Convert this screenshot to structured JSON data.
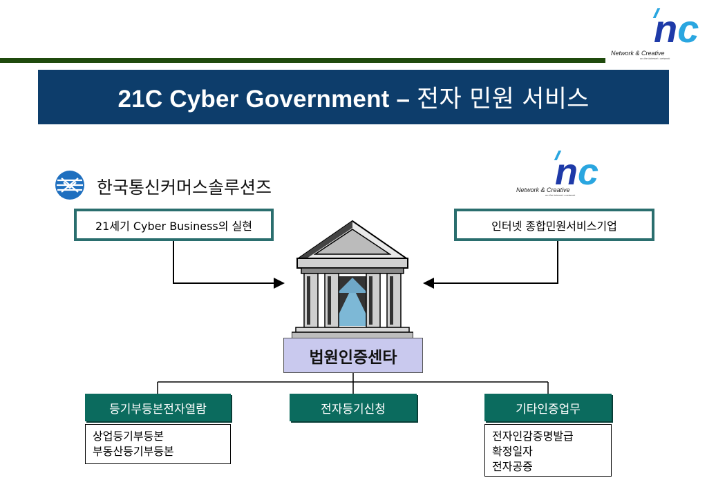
{
  "slide": {
    "title_en": "21C Cyber Government –",
    "title_ko": "전자 민원 서비스"
  },
  "logos": {
    "top_right": {
      "tagline": "Network & Creative",
      "sub": "on the internet • network"
    },
    "mid_right": {
      "tagline": "Network & Creative",
      "sub": "on the internet • network"
    }
  },
  "company": {
    "name": "한국통신커머스솔루션즈"
  },
  "boxes": {
    "left_top": "21세기  Cyber Business의 실현",
    "right_top": "인터넷  종합민원서비스기업",
    "center": "법원인증센타"
  },
  "branches": [
    {
      "label": "등기부등본전자열람",
      "items": [
        "상업등기부등본",
        "부동산등기부등본"
      ]
    },
    {
      "label": "전자등기신청",
      "items": []
    },
    {
      "label": "기타인증업무",
      "items": [
        "전자인감증명발급",
        "확정일자",
        "전자공증"
      ]
    }
  ],
  "colors": {
    "banner": "#0d3d6b",
    "teal": "#0b6b5e",
    "green_bar": "#1f4a0d",
    "center_fill": "#c9c9ee"
  }
}
